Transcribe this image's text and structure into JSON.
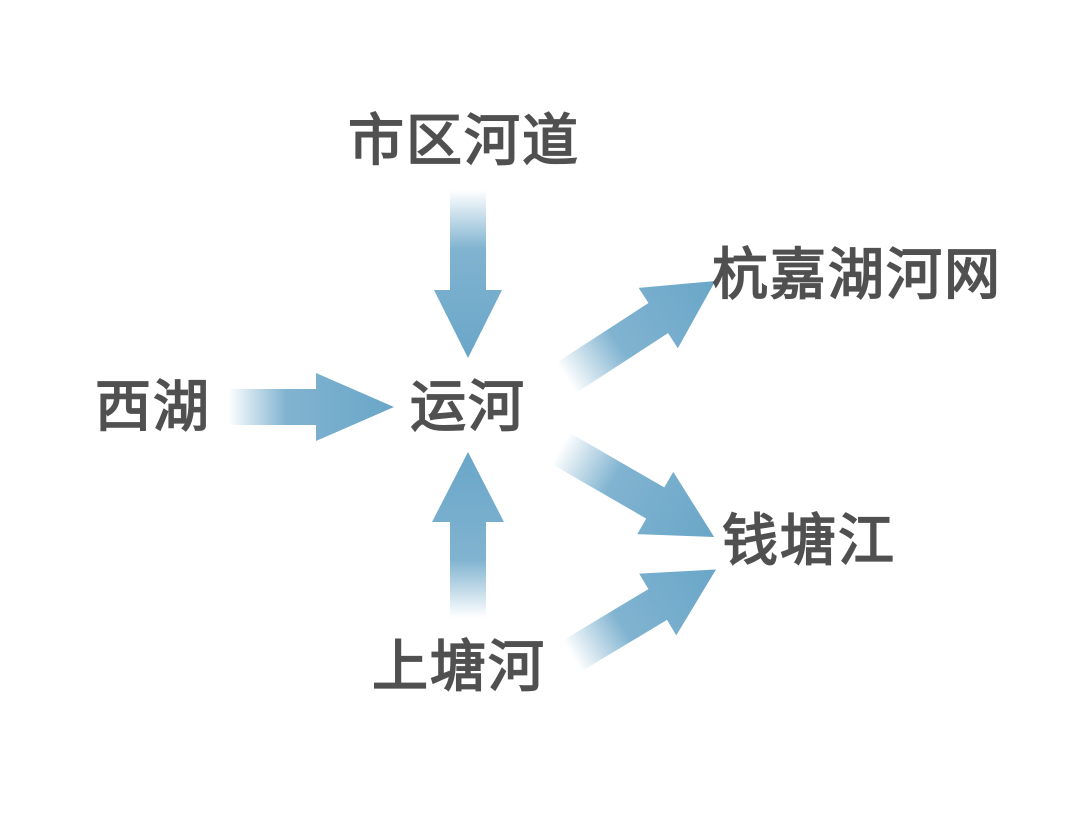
{
  "nodes": {
    "shiqu": "市区河道",
    "hangjia": "杭嘉湖河网",
    "xihu": "西湖",
    "yunhe": "运河",
    "qiantang": "钱塘江",
    "shangtang": "上塘河"
  },
  "edges": [
    {
      "from": "市区河道",
      "to": "运河"
    },
    {
      "from": "西湖",
      "to": "运河"
    },
    {
      "from": "上塘河",
      "to": "运河"
    },
    {
      "from": "运河",
      "to": "杭嘉湖河网"
    },
    {
      "from": "运河",
      "to": "钱塘江"
    },
    {
      "from": "上塘河",
      "to": "钱塘江"
    }
  ],
  "colors": {
    "arrow": "#6aa6c8",
    "text": "#505050",
    "background": "#ffffff"
  }
}
